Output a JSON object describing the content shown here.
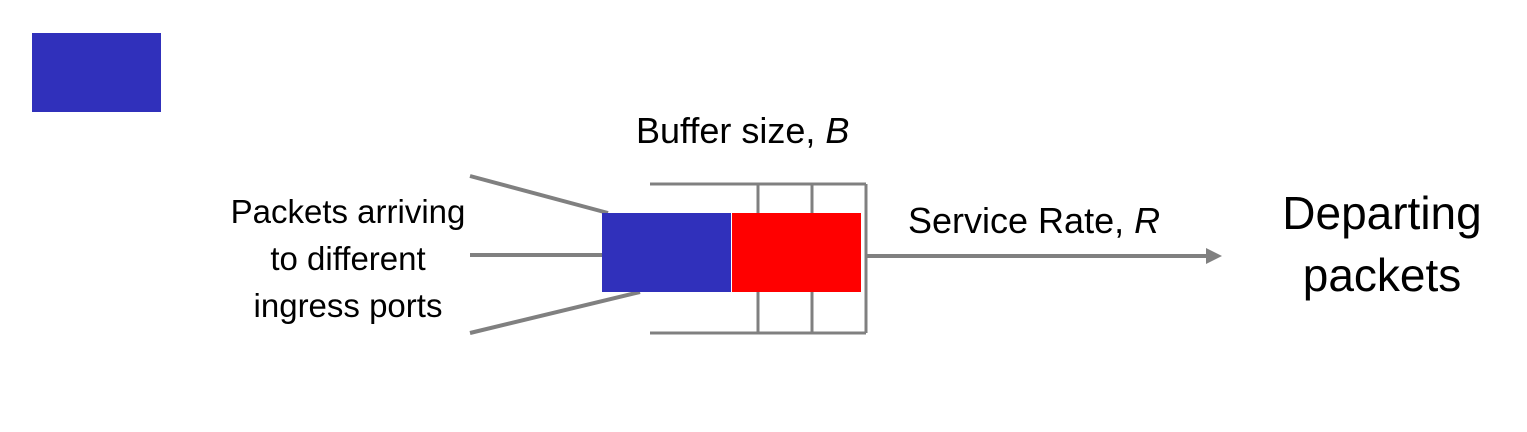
{
  "colors": {
    "legend_swatch": "#3030bb",
    "packet_blue": "#3030bb",
    "packet_red": "#ff0000",
    "lines": "#808080"
  },
  "buffer": {
    "label_prefix": "Buffer size, ",
    "label_var": "B"
  },
  "arrivals": {
    "lines": [
      "Packets arriving",
      "to different",
      "ingress ports"
    ]
  },
  "service": {
    "label_prefix": "Service Rate, ",
    "label_var": "R"
  },
  "departing": {
    "lines": [
      "Departing",
      "packets"
    ]
  }
}
